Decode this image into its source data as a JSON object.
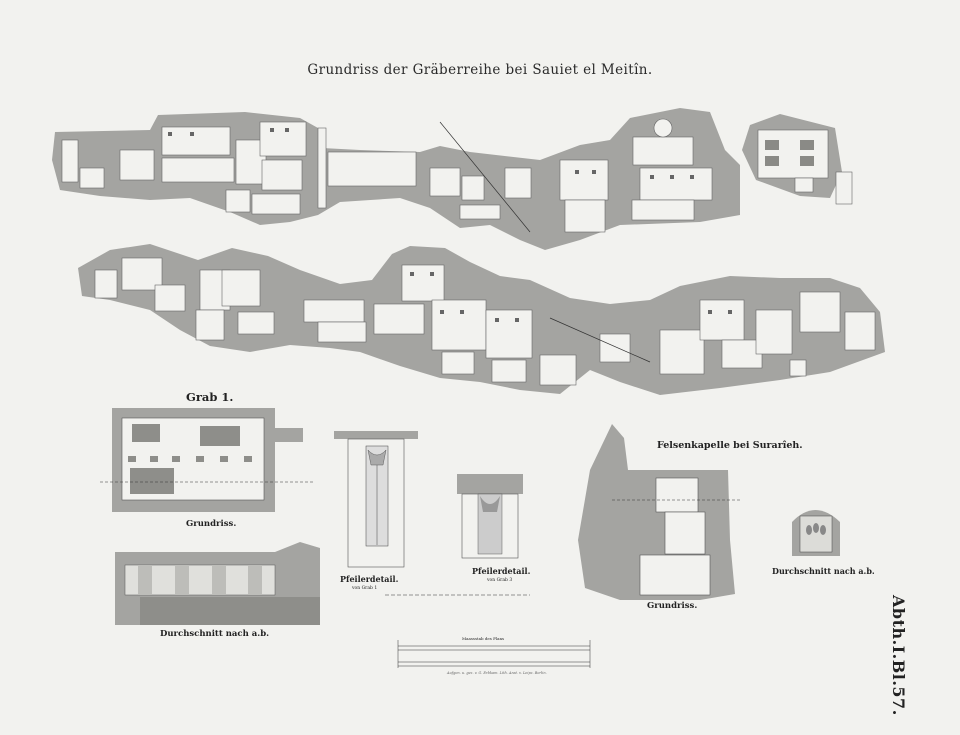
{
  "title": "Grundriss der Gräberreihe bei Sauiet el Meitîn.",
  "grab1": {
    "title": "Grab 1.",
    "grundriss": "Grundriss.",
    "schnitt": "Durchschnitt nach a.b."
  },
  "pfeiler": [
    {
      "label": "Pfeilerdetail.",
      "sub": "von Grab 1"
    },
    {
      "label": "Pfeilerdetail.",
      "sub": "von Grab 3"
    }
  ],
  "felsenkapelle": {
    "title": "Felsenkapelle bei Surarîeh.",
    "grundriss": "Grundriss.",
    "schnitt": "Durchschnitt nach a.b."
  },
  "scale_label": "Maassstab des Plans",
  "credit": "Aufgen. u. gez. v. G. Erbkam. Lith. Anst. v. Leipz. Berlin.",
  "plate_number": "Abth.I.Bl.57.",
  "colors": {
    "paper": "#f2f2ef",
    "rock": "#a4a4a1",
    "ink": "#222222"
  }
}
